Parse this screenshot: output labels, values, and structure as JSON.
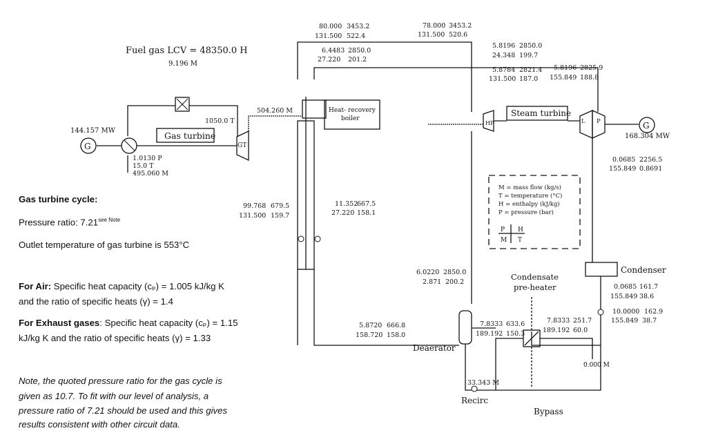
{
  "diagram": {
    "fuel_lcv": "Fuel gas LCV  = 48350.0 H",
    "fuel_flow": "9.196 M",
    "gt_power": "144.157 MW",
    "gen": "G",
    "compressor_inlet": [
      "1.0130 P",
      "15.0 T",
      "495.060 M"
    ],
    "gas_turbine": "Gas turbine",
    "gt_exit_temp": "1050.0 T",
    "gt_label": "GT",
    "exhaust_flow": "504.260 M",
    "hrb": [
      "Heat- recovery",
      "boiler"
    ],
    "hp_main": {
      "tl": "80.000",
      "tr": "3453.2",
      "bl": "131.500",
      "br": "522.4"
    },
    "hp_main2": {
      "tl": "78.000",
      "tr": "3453.2",
      "bl": "131.500",
      "br": "520.6"
    },
    "reheat_in": {
      "tl": "6.4483",
      "tr": "2850.0",
      "bl": "27.220",
      "br": "201.2"
    },
    "hp_exit": {
      "tl": "5.8196",
      "tr": "2850.0",
      "bl": "24.348",
      "br": "199.7"
    },
    "lp_in_a": {
      "tl": "5.8784",
      "tr": "2821.4",
      "bl": "131.500",
      "br": "187.0"
    },
    "lp_in_b": {
      "tl": "5.8196",
      "tr": "2825.9",
      "bl": "155.849",
      "br": "188.8"
    },
    "hp_label": "HP",
    "steam_turbine": "Steam turbine",
    "l_label": "L",
    "p_label": "P",
    "st_power": "168.304 MW",
    "lp_exhaust": {
      "tl": "0.0685",
      "tr": "2256.5",
      "bl": "155.849",
      "br": "0.8691"
    },
    "econ_a": {
      "tl": "99.768",
      "tr": "679.5",
      "bl": "131.500",
      "br": "159.7"
    },
    "econ_b": {
      "tl": "11.352",
      "tr": "667.5",
      "bl": "27.220",
      "br": "158.1"
    },
    "legend": [
      "M  = mass flow (kg/s)",
      "T  = temperature (°C)",
      "H  = enthalpy (kJ/kg)",
      "P  = pressure (bar)"
    ],
    "legend_box": {
      "tl": "P",
      "tr": "H",
      "bl": "M",
      "br": "T"
    },
    "deaer_steam": {
      "tl": "6.0220",
      "tr": "2850.0",
      "bl": "2.871",
      "br": "200.2"
    },
    "condensate_preheater": [
      "Condensate",
      "pre-heater"
    ],
    "condenser": "Condenser",
    "cond_out": {
      "tl": "0.0685",
      "tr": "161.7",
      "bl": "155.849",
      "br": "38.6"
    },
    "pump_out": {
      "tl": "10.0000",
      "tr": "162.9",
      "bl": "155.849",
      "br": "38.7"
    },
    "fw_out": {
      "tl": "5.8720",
      "tr": "666.8",
      "bl": "158.720",
      "br": "158.0"
    },
    "ph_in": {
      "tl": "7.8333",
      "tr": "633.6",
      "bl": "189.192",
      "br": "150.3"
    },
    "ph_out": {
      "tl": "7.8333",
      "tr": "251.7",
      "bl": "189.192",
      "br": "60.0"
    },
    "zero_flow": "0.000 M",
    "deaerator": "Deaerator",
    "recirc_flow": "33.343 M",
    "recirc": "Recirc",
    "bypass": "Bypass"
  },
  "notes": {
    "gt_cycle_title": "Gas turbine cycle:",
    "pressure_ratio": "Pressure ratio: 7.21",
    "see_note": "see Note",
    "outlet_temp": "Outlet temperature of gas turbine is 553°C",
    "air_label": "For Air:",
    "air_text": " Specific heat capacity (cₚ) = 1.005 kJ/kg K",
    "air_text2": "and the ratio of specific heats (γ) = 1.4",
    "exh_label": "For Exhaust gases",
    "exh_text": ": Specific heat capacity (cₚ) = 1.15",
    "exh_text2": "kJ/kg K and the ratio of specific heats (γ) = 1.33",
    "note_lines": [
      "Note, the quoted pressure ratio for the gas cycle is",
      "given as 10.7.  To fit with our level of analysis, a",
      "pressure ratio of 7.21 should be used and this gives",
      "results consistent with other circuit data."
    ]
  }
}
